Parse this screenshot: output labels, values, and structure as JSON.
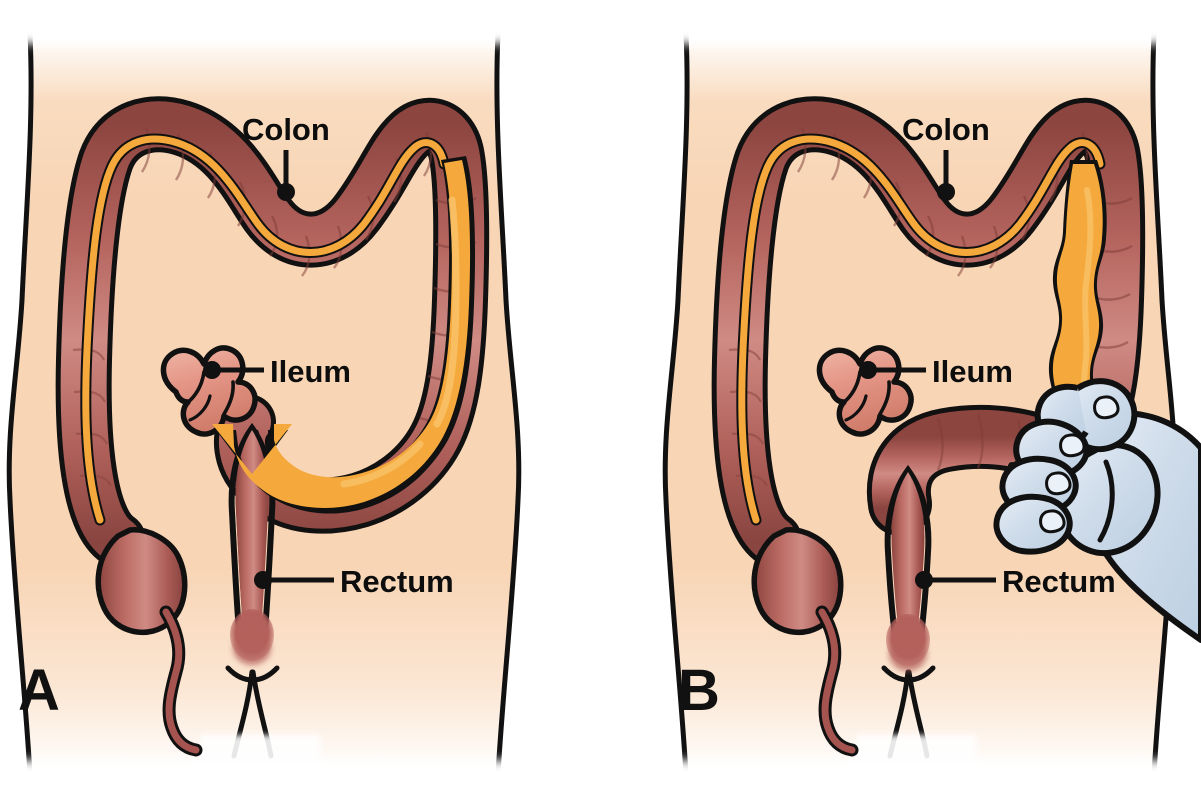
{
  "figure": {
    "title": "Colon, ileum and rectum anatomy: normal transit (A) versus obstructed transit by external compression (B)",
    "background_color": "#ffffff"
  },
  "colors": {
    "skin": "#f8d5b5",
    "skin_light": "#fde4cd",
    "outline": "#111111",
    "colon_fill": "#b4605c",
    "colon_dark": "#8c4242",
    "colon_light": "#cf8a84",
    "ileum_fill": "#e0907f",
    "ileum_light": "#eeb3a3",
    "lumen_orange": "#f5a93c",
    "lumen_orange_light": "#f9c267",
    "glove_fill": "#c9d8e8",
    "glove_light": "#e3ecf5",
    "label_text": "#0d0d0d"
  },
  "panels": [
    {
      "id": "A",
      "letter": "A",
      "caption_letter": "A",
      "state": "normal",
      "labels": [
        {
          "name": "colon",
          "text": "Colon"
        },
        {
          "name": "ileum",
          "text": "Ileum"
        },
        {
          "name": "rectum",
          "text": "Rectum"
        }
      ],
      "features": {
        "lumen_flow": "continuous orange stream with arrowhead into rectum",
        "arrow_present": true,
        "hand_present": false,
        "descending_colon_lumen": "smooth wide orange band"
      }
    },
    {
      "id": "B",
      "letter": "B",
      "caption_letter": "B",
      "state": "compressed",
      "labels": [
        {
          "name": "colon",
          "text": "Colon"
        },
        {
          "name": "ileum",
          "text": "Ileum"
        },
        {
          "name": "rectum",
          "text": "Rectum"
        }
      ],
      "features": {
        "lumen_flow": "orange content backed up, blocked at sigmoid",
        "arrow_present": false,
        "hand_present": true,
        "hand_description": "gloved hand gripping sigmoid colon",
        "descending_colon_lumen": "wavy scalloped orange band"
      }
    }
  ],
  "anatomy_parts": [
    {
      "name": "colon",
      "label": "Colon"
    },
    {
      "name": "ileum",
      "label": "Ileum"
    },
    {
      "name": "rectum",
      "label": "Rectum"
    },
    {
      "name": "cecum",
      "label": ""
    },
    {
      "name": "appendix",
      "label": ""
    },
    {
      "name": "anus",
      "label": ""
    },
    {
      "name": "gloved-hand",
      "label": ""
    }
  ]
}
